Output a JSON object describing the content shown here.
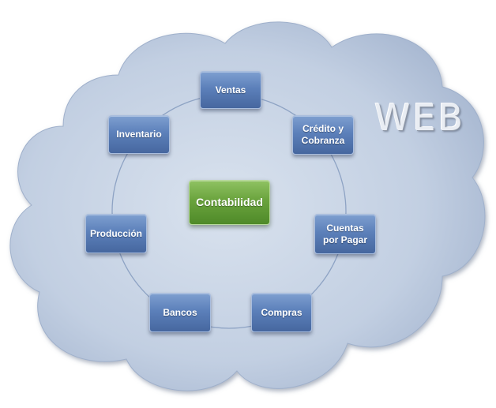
{
  "diagram": {
    "watermark": "WEB",
    "center": {
      "label": "Contabilidad"
    },
    "modules": [
      {
        "key": "ventas",
        "label": "Ventas"
      },
      {
        "key": "credito",
        "label": "Crédito y\nCobranza"
      },
      {
        "key": "cuentas",
        "label": "Cuentas\npor Pagar"
      },
      {
        "key": "compras",
        "label": "Compras"
      },
      {
        "key": "bancos",
        "label": "Bancos"
      },
      {
        "key": "produccion",
        "label": "Producción"
      },
      {
        "key": "inventario",
        "label": "Inventario"
      }
    ]
  },
  "colors": {
    "cloud": "#c6d2e4",
    "module": "#5c80ba",
    "center": "#6aa33d",
    "ring": "#8ea3c4"
  }
}
